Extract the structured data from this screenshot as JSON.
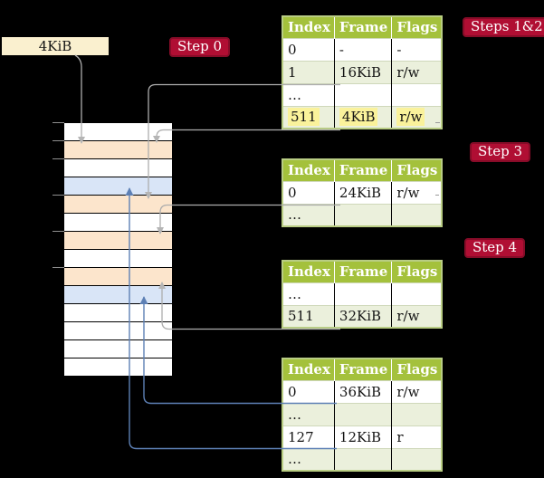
{
  "frame_box": {
    "label": "4KiB"
  },
  "badges": {
    "step0": "Step 0",
    "steps12": "Steps 1&2",
    "step3": "Step 3",
    "step4": "Step 4"
  },
  "colors": {
    "background": "#000000",
    "badge_red": "#b00e33",
    "table_header_green": "#a4c13c",
    "table_tint_green": "#ebf0dc",
    "highlight_yellow": "#faf29b",
    "frame_orange": "#fce5cc",
    "frame_blue": "#d9e5f7",
    "frame_white": "#ffffff",
    "frame_box_cream": "#faf0cf",
    "gray_line": "#adadad",
    "blue_line": "#5d80b5"
  },
  "memory_stack": {
    "row_colors": [
      "white",
      "orange",
      "white",
      "blue",
      "orange",
      "white",
      "orange",
      "white",
      "orange",
      "blue",
      "white",
      "white",
      "white",
      "white"
    ],
    "tick_row_indices": [
      0,
      1,
      2,
      4,
      6,
      8
    ]
  },
  "tables": [
    {
      "name": "page-table-steps-1-2",
      "columns": [
        "Index",
        "Frame",
        "Flags"
      ],
      "rows": [
        {
          "cells": [
            "0",
            "-",
            "-"
          ],
          "shade": "plain"
        },
        {
          "cells": [
            "1",
            "16KiB",
            "r/w"
          ],
          "shade": "tint"
        },
        {
          "cells": [
            "…",
            "",
            ""
          ],
          "shade": "plain"
        },
        {
          "cells": [
            "511",
            "4KiB",
            "r/w"
          ],
          "shade": "tint",
          "highlight": true
        }
      ]
    },
    {
      "name": "page-table-step-3",
      "columns": [
        "Index",
        "Frame",
        "Flags"
      ],
      "rows": [
        {
          "cells": [
            "0",
            "24KiB",
            "r/w"
          ],
          "shade": "plain"
        },
        {
          "cells": [
            "…",
            "",
            ""
          ],
          "shade": "tint"
        }
      ]
    },
    {
      "name": "page-table-step-4",
      "columns": [
        "Index",
        "Frame",
        "Flags"
      ],
      "rows": [
        {
          "cells": [
            "…",
            "",
            ""
          ],
          "shade": "plain"
        },
        {
          "cells": [
            "511",
            "32KiB",
            "r/w"
          ],
          "shade": "tint"
        }
      ]
    },
    {
      "name": "page-table-level1",
      "columns": [
        "Index",
        "Frame",
        "Flags"
      ],
      "rows": [
        {
          "cells": [
            "0",
            "36KiB",
            "r/w"
          ],
          "shade": "plain"
        },
        {
          "cells": [
            "…",
            "",
            ""
          ],
          "shade": "tint"
        },
        {
          "cells": [
            "127",
            "12KiB",
            "r"
          ],
          "shade": "plain"
        },
        {
          "cells": [
            "…",
            "",
            ""
          ],
          "shade": "tint"
        }
      ]
    }
  ],
  "connections": [
    {
      "from": "frame-size-box",
      "to": "memory-row-2",
      "color": "gray"
    },
    {
      "from": "table1-row-1",
      "to": "memory-row-5",
      "color": "gray"
    },
    {
      "from": "table1-row-511",
      "to": "memory-row-2",
      "color": "gray"
    },
    {
      "from": "table2-row-0",
      "to": "memory-row-7",
      "color": "gray"
    },
    {
      "from": "table3-row-511",
      "to": "memory-row-9",
      "color": "gray"
    },
    {
      "from": "table4-row-0",
      "to": "memory-row-10",
      "color": "blue"
    },
    {
      "from": "table4-row-127",
      "to": "memory-row-4",
      "color": "blue"
    }
  ]
}
